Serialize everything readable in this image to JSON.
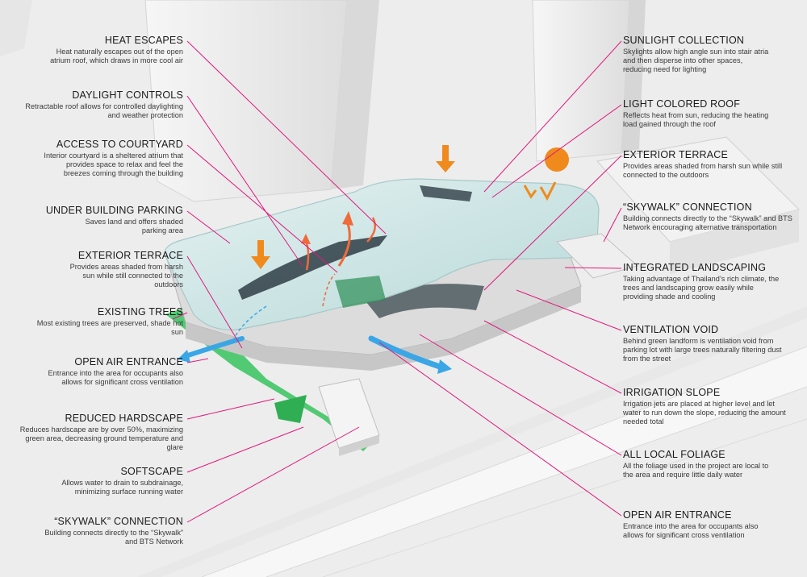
{
  "colors": {
    "leader": "#e0197d",
    "green": "#3fc565",
    "glass": "#c9e3e3",
    "orange": "#f08a1c",
    "blue": "#3aa6e6"
  },
  "left_labels": [
    {
      "id": "heat-escapes",
      "title": "HEAT ESCAPES",
      "desc": "Heat naturally escapes out of the open atrium roof, which draws in more cool air"
    },
    {
      "id": "daylight-controls",
      "title": "DAYLIGHT CONTROLS",
      "desc": "Retractable roof allows for controlled daylighting and weather protection"
    },
    {
      "id": "access-courtyard",
      "title": "ACCESS TO COURTYARD",
      "desc": "Interior courtyard is a sheltered atrium that provides space to relax and feel the breezes coming through the building"
    },
    {
      "id": "under-building-parking",
      "title": "UNDER BUILDING PARKING",
      "desc": "Saves land and offers shaded parking area"
    },
    {
      "id": "exterior-terrace-left",
      "title": "EXTERIOR TERRACE",
      "desc": "Provides areas shaded from harsh sun while still connected to the outdoors"
    },
    {
      "id": "existing-trees",
      "title": "EXISTING TREES",
      "desc": "Most existing trees are preserved, shade hot sun"
    },
    {
      "id": "open-air-entrance-left",
      "title": "OPEN AIR ENTRANCE",
      "desc": "Entrance into the area for occupants also allows for significant cross ventilation"
    },
    {
      "id": "reduced-hardscape",
      "title": "REDUCED HARDSCAPE",
      "desc": "Reduces hardscape are by over 50%, maximizing green area, decreasing ground temperature and glare"
    },
    {
      "id": "softscape",
      "title": "SOFTSCAPE",
      "desc": "Allows water to drain to subdrainage, minimizing surface running water"
    },
    {
      "id": "skywalk-left",
      "title": "“SKYWALK” CONNECTION",
      "desc": "Building connects directly to the “Skywalk” and BTS Network"
    }
  ],
  "right_labels": [
    {
      "id": "sunlight-collection",
      "title": "SUNLIGHT COLLECTION",
      "desc": "Skylights allow high angle sun into stair atria and then disperse into other spaces, reducing need for lighting"
    },
    {
      "id": "light-colored-roof",
      "title": "LIGHT COLORED ROOF",
      "desc": "Reflects heat from sun, reducing the heating load gained through the roof"
    },
    {
      "id": "exterior-terrace-right",
      "title": "EXTERIOR TERRACE",
      "desc": "Provides areas shaded from harsh sun while still connected to the outdoors"
    },
    {
      "id": "skywalk-right",
      "title": "“SKYWALK” CONNECTION",
      "desc": "Building connects directly to the “Skywalk” and BTS Network encouraging alternative transportation"
    },
    {
      "id": "integrated-landscaping",
      "title": "INTEGRATED LANDSCAPING",
      "desc": "Taking advantage of Thailand’s rich climate, the trees and landscaping grow easily while providing shade and cooling"
    },
    {
      "id": "ventilation-void",
      "title": "VENTILATION VOID",
      "desc": "Behind green landform is ventilation void from parking lot with large trees naturally filtering dust from the street"
    },
    {
      "id": "irrigation-slope",
      "title": "IRRIGATION SLOPE",
      "desc": "Irrigation jets are placed at higher level and let water to run down the slope, reducing the amount needed total"
    },
    {
      "id": "all-local-foliage",
      "title": "ALL LOCAL FOLIAGE",
      "desc": "All the foliage used in the project are local to the area and require little daily water"
    },
    {
      "id": "open-air-entrance-right",
      "title": "OPEN AIR ENTRANCE",
      "desc": "Entrance into the area for occupants also allows for significant cross ventilation"
    }
  ]
}
